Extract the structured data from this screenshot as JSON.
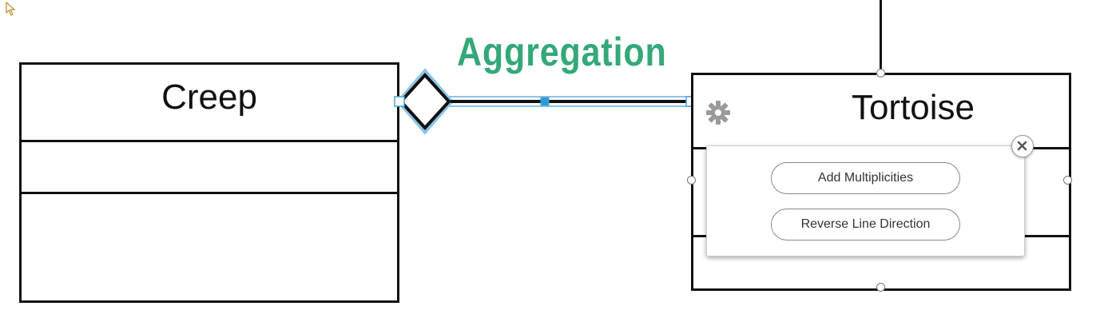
{
  "diagram": {
    "relationship_label": "Aggregation",
    "relationship_type": "aggregation",
    "classes": [
      {
        "name": "Creep"
      },
      {
        "name": "Tortoise"
      }
    ]
  },
  "context_menu": {
    "items": [
      {
        "label": "Add Multiplicities"
      },
      {
        "label": "Reverse Line Direction"
      }
    ],
    "close_icon": "close-icon",
    "settings_icon": "gear-icon"
  },
  "colors": {
    "label_accent": "#33a878",
    "selection": "#4aa3d8"
  }
}
